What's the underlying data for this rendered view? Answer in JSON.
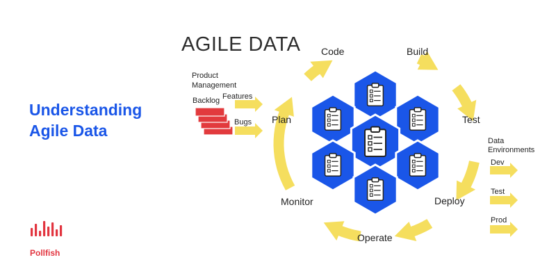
{
  "headline": "Understanding Agile Data",
  "title": "AGILE DATA",
  "cycle": {
    "code": "Code",
    "build": "Build",
    "test": "Test",
    "deploy": "Deploy",
    "operate": "Operate",
    "monitor": "Monitor",
    "plan": "Plan"
  },
  "inputs": {
    "product_management": "Product Management",
    "backlog": "Backlog",
    "features": "Features",
    "bugs": "Bugs"
  },
  "environments": {
    "heading": "Data Environments",
    "dev": "Dev",
    "test": "Test",
    "prod": "Prod"
  },
  "brand": "Pollfish",
  "colors": {
    "hexagon": "#1a56e8",
    "arrow": "#f5de5e",
    "backlog": "#e23a3d",
    "headline": "#1a56e8",
    "brand": "#e2343f"
  },
  "icons": [
    "clipboard-checklist-icon",
    "cycle-arrow-icon",
    "backlog-stack-icon",
    "pollfish-logo-icon"
  ]
}
